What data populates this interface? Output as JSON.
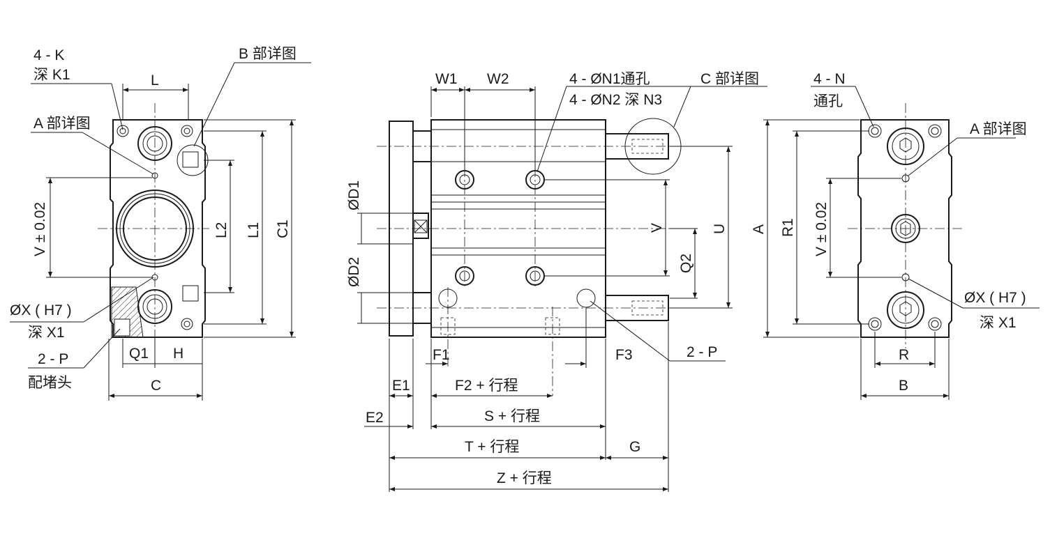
{
  "left_view": {
    "label_4k": "4 - K",
    "label_deep_k1": "深 K1",
    "label_b_detail": "B 部详图",
    "label_a_detail": "A 部详图",
    "label_ox_h7": "ØX ( H7 )",
    "label_deep_x1": "深 X1",
    "label_2p": "2 - P",
    "label_plug": "配堵头",
    "dim_L": "L",
    "dim_L1": "L1",
    "dim_L2": "L2",
    "dim_C1": "C1",
    "dim_V": "V ± 0.02",
    "dim_Q1": "Q1",
    "dim_H": "H",
    "dim_C": "C"
  },
  "center_view": {
    "dim_W1": "W1",
    "dim_W2": "W2",
    "label_n1": "4 - ØN1通孔",
    "label_n2": "4 - ØN2 深 N3",
    "label_c_detail": "C 部详图",
    "dim_D1": "ØD1",
    "dim_D2": "ØD2",
    "dim_V": "V",
    "dim_U": "U",
    "dim_Q2": "Q2",
    "label_2p": "2 - P",
    "dim_F1": "F1",
    "dim_F3": "F3",
    "dim_E1": "E1",
    "dim_E2": "E2",
    "dim_F2": "F2 + 行程",
    "dim_S": "S + 行程",
    "dim_T": "T + 行程",
    "dim_G": "G",
    "dim_Z": "Z + 行程"
  },
  "right_view": {
    "label_4n": "4 - N",
    "label_through": "通孔",
    "label_a_detail": "A 部详图",
    "label_ox_h7": "ØX ( H7 )",
    "label_deep_x1": "深 X1",
    "dim_A": "A",
    "dim_R1": "R1",
    "dim_V": "V ± 0.02",
    "dim_R": "R",
    "dim_B": "B"
  }
}
